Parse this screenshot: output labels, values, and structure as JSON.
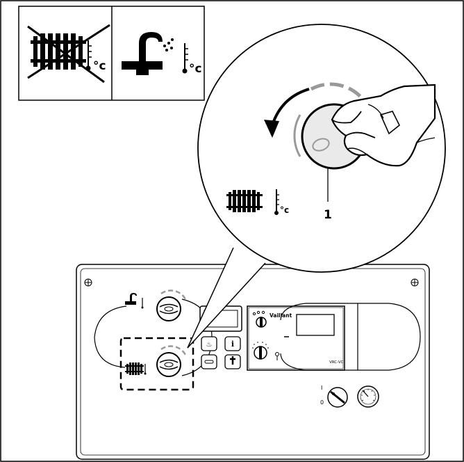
{
  "callout": {
    "number": "1"
  },
  "symbols": {
    "degree_c": "°c",
    "degree_c_small": "°c"
  },
  "panel": {
    "brand": "Vaillant",
    "controller_model": "VRC-VC",
    "switch_on": "I",
    "switch_off": "0"
  },
  "legend": {
    "disabled_mode": "radiator heating (crossed out)",
    "active_mode": "hot water tap"
  }
}
